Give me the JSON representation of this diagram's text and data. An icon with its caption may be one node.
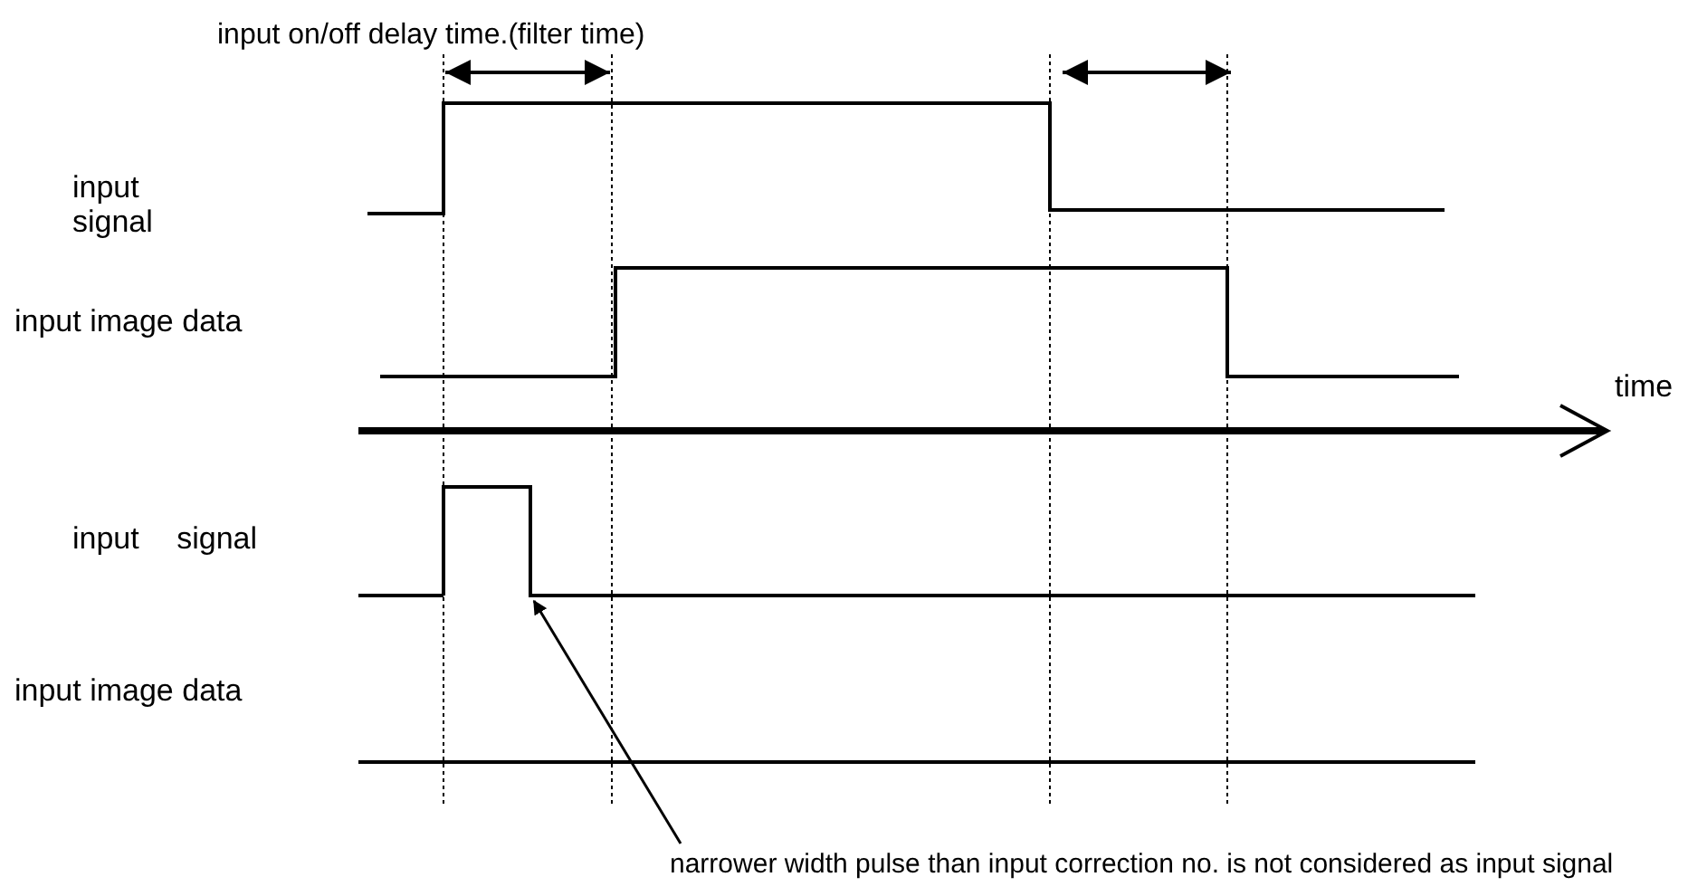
{
  "diagram": {
    "nodes": [
      {
        "text": [
          "narrower width pulse than input correction no. is not considered as input signal"
        ]
      },
      {
        "text": [],
        "shape": "picture"
      }
    ],
    "edges": [
      {
        "from": 0,
        "to": 1,
        "arrow": "to"
      }
    ],
    "labels": [
      "input on/off delay time.(filter time)",
      "input signal",
      "input image data",
      "time",
      "input signal",
      "input image data"
    ]
  }
}
